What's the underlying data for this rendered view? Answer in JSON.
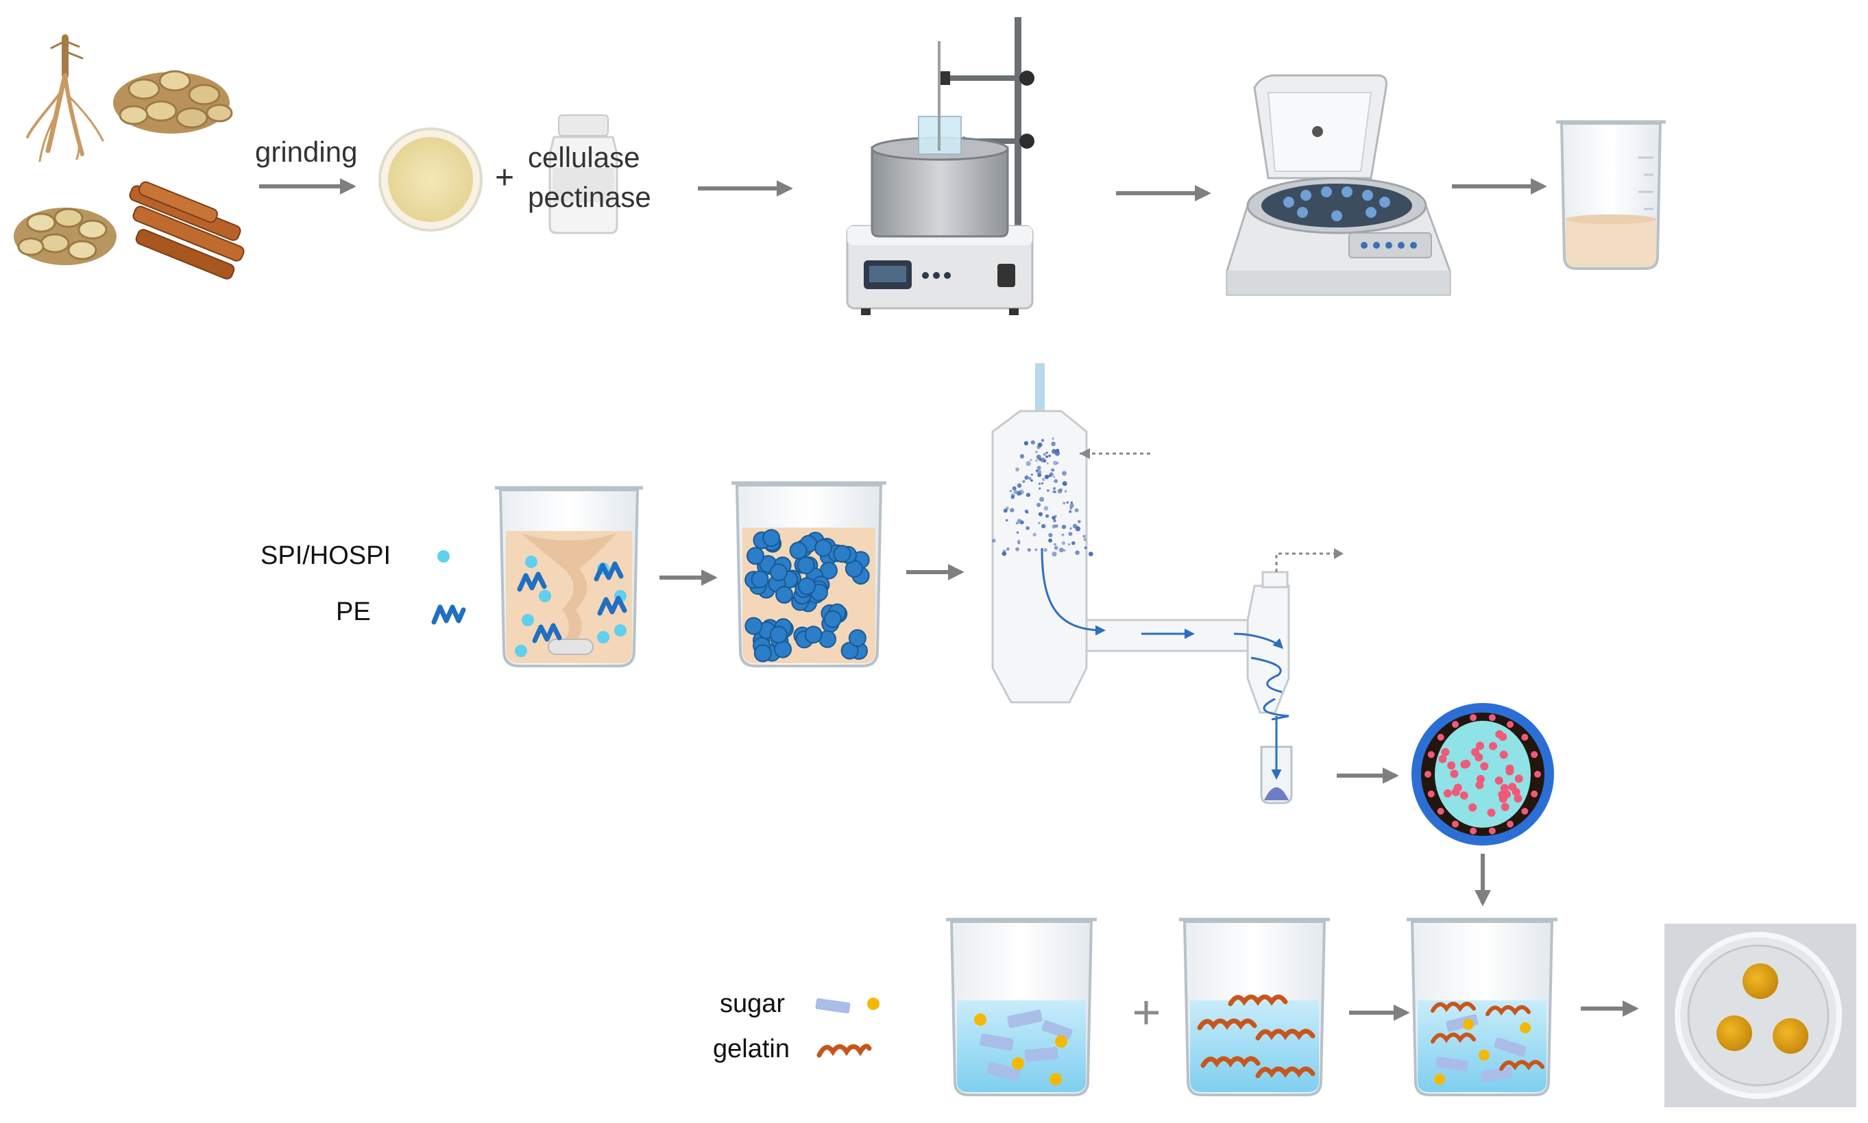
{
  "labels": {
    "grinding": "grinding",
    "plus": "+",
    "cellulase": "cellulase",
    "pectinase": "pectinase",
    "spi_hospi": "SPI/HOSPI",
    "pe": "PE",
    "sugar": "sugar",
    "gelatin": "gelatin"
  },
  "colors": {
    "arrow": "#7f7f7f",
    "spi_dot": "#5fd0ee",
    "pe_wave": "#1f6fc2",
    "sugar_bar": "#a9bde8",
    "sugar_dot": "#f5b800",
    "gelatin_wave": "#c8561c",
    "microcapsule_shell": "#2b6fd6",
    "microcapsule_core": "#8fe3e6",
    "microcapsule_particle": "#f05a78",
    "gummy": "#e6a417"
  },
  "icons": {
    "raw_herbs": "herb-roots-and-slices-photo",
    "powder": "powder-dish",
    "enzyme": "enzyme-bottle",
    "heater": "water-bath-stirrer",
    "centrifuge": "centrifuge",
    "extract": "extract-beaker",
    "spray_dryer": "spray-dryer",
    "microcapsule": "microcapsule-cross-section",
    "gummies": "gummy-petri-dish-photo"
  }
}
